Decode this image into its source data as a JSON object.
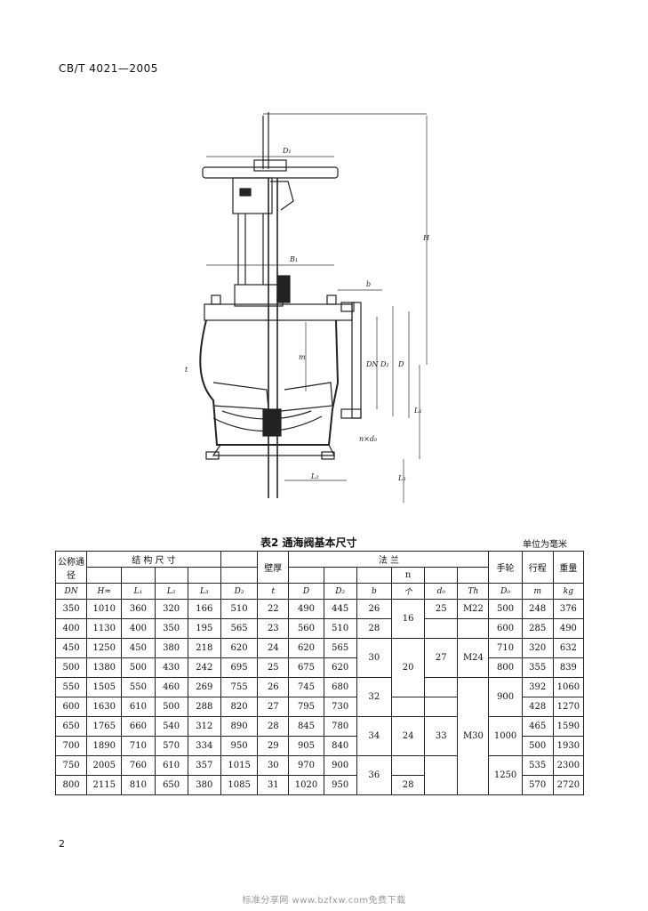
{
  "header": {
    "std_code": "CB/T 4021—2005"
  },
  "drawing": {
    "labels": {
      "d1": "D₁",
      "h": "H",
      "b1": "B₁",
      "b": "b",
      "dn": "DN",
      "d2": "D₂",
      "d": "D",
      "l1": "L₁",
      "t": "t",
      "n_d0": "n×d₀",
      "l3": "L₃",
      "l2": "L₂",
      "m": "m"
    }
  },
  "table": {
    "caption": "表2 通海阀基本尺寸",
    "unit": "单位为毫米",
    "headers": {
      "dn_group": "公称通径",
      "structure": "结 构 尺 寸",
      "wall": "壁厚",
      "flange": "法 兰",
      "handwheel": "手轮",
      "stroke": "行程",
      "weight": "重量",
      "n_label": "n",
      "n_unit": "个",
      "kg": "kg",
      "sym": {
        "dn": "DN",
        "h": "H≈",
        "l1": "L₁",
        "l2": "L₂",
        "l3": "L₃",
        "d2a": "D₂",
        "t": "t",
        "d": "D",
        "d2b": "D₂",
        "b": "b",
        "d0": "d₀",
        "th": "Th",
        "d0w": "D₀",
        "m": "m"
      }
    },
    "rows": [
      {
        "dn": "350",
        "h": "1010",
        "l1": "360",
        "l2": "320",
        "l3": "166",
        "d2": "510",
        "t": "22",
        "d": "490",
        "d2f": "445",
        "b": "26",
        "d0w": "500",
        "m": "248",
        "kg": "376"
      },
      {
        "dn": "400",
        "h": "1130",
        "l1": "400",
        "l2": "350",
        "l3": "195",
        "d2": "565",
        "t": "23",
        "d": "560",
        "d2f": "510",
        "b": "28",
        "d0w": "600",
        "m": "285",
        "kg": "490"
      },
      {
        "dn": "450",
        "h": "1250",
        "l1": "450",
        "l2": "380",
        "l3": "218",
        "d2": "620",
        "t": "24",
        "d": "620",
        "d2f": "565",
        "b": "",
        "d0w": "710",
        "m": "320",
        "kg": "632"
      },
      {
        "dn": "500",
        "h": "1380",
        "l1": "500",
        "l2": "430",
        "l3": "242",
        "d2": "695",
        "t": "25",
        "d": "675",
        "d2f": "620",
        "b": "",
        "d0w": "800",
        "m": "355",
        "kg": "839"
      },
      {
        "dn": "550",
        "h": "1505",
        "l1": "550",
        "l2": "460",
        "l3": "269",
        "d2": "755",
        "t": "26",
        "d": "745",
        "d2f": "680",
        "b": "",
        "d0w": "",
        "m": "392",
        "kg": "1060"
      },
      {
        "dn": "600",
        "h": "1630",
        "l1": "610",
        "l2": "500",
        "l3": "288",
        "d2": "820",
        "t": "27",
        "d": "795",
        "d2f": "730",
        "b": "",
        "d0w": "",
        "m": "428",
        "kg": "1270"
      },
      {
        "dn": "650",
        "h": "1765",
        "l1": "660",
        "l2": "540",
        "l3": "312",
        "d2": "890",
        "t": "28",
        "d": "845",
        "d2f": "780",
        "b": "",
        "d0w": "",
        "m": "465",
        "kg": "1590"
      },
      {
        "dn": "700",
        "h": "1890",
        "l1": "710",
        "l2": "570",
        "l3": "334",
        "d2": "950",
        "t": "29",
        "d": "905",
        "d2f": "840",
        "b": "",
        "d0w": "",
        "m": "500",
        "kg": "1930"
      },
      {
        "dn": "750",
        "h": "2005",
        "l1": "760",
        "l2": "610",
        "l3": "357",
        "d2": "1015",
        "t": "30",
        "d": "970",
        "d2f": "900",
        "b": "",
        "d0w": "",
        "m": "535",
        "kg": "2300"
      },
      {
        "dn": "800",
        "h": "2115",
        "l1": "810",
        "l2": "650",
        "l3": "380",
        "d2": "1085",
        "t": "31",
        "d": "1020",
        "d2f": "950",
        "b": "",
        "d0w": "",
        "m": "570",
        "kg": "2720"
      }
    ],
    "merged": {
      "n_1": "16",
      "d0_1": "25",
      "th_1": "M22",
      "b_2": "30",
      "n_2": "20",
      "d0_2": "27",
      "th_2": "M24",
      "b_3": "32",
      "d0w_3": "900",
      "b_4": "34",
      "n_3": "24",
      "d0_3": "33",
      "th_3": "M30",
      "d0w_4": "1000",
      "b_5": "36",
      "n_4": "28",
      "d0w_5": "1250"
    }
  },
  "page_number": "2",
  "footer": "标准分享网 www.bzfxw.com免费下载"
}
